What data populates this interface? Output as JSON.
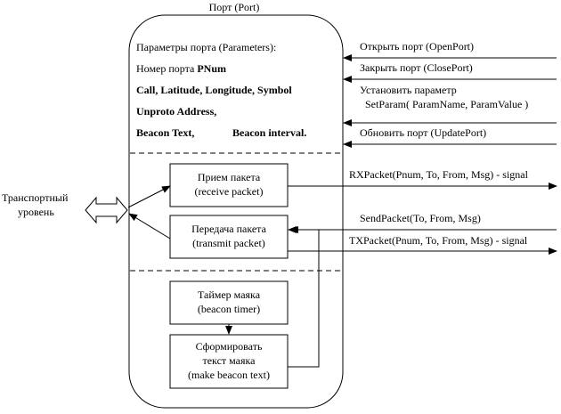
{
  "port": {
    "title": "Порт (Port)",
    "params_header": "Параметры порта (Parameters):",
    "pnum_prefix": "Номер порта ",
    "pnum_bold": "PNum",
    "params_line2": "Call, Latitude, Longitude, Symbol",
    "params_line3": "Unproto Address,",
    "params_line4a": "Beacon Text,",
    "params_line4b": "Beacon interval."
  },
  "boxes": {
    "receive": {
      "line1": "Прием пакета",
      "line2": "(receive packet)"
    },
    "transmit": {
      "line1": "Передача пакета",
      "line2": "(transmit packet)"
    },
    "timer": {
      "line1": "Таймер маяка",
      "line2": "(beacon timer)"
    },
    "make_beacon": {
      "line1": "Сформировать",
      "line2": "текст маяка",
      "line3": "(make beacon text)"
    }
  },
  "transport": {
    "line1": "Транспортный",
    "line2": "уровень"
  },
  "commands": {
    "open": "Открыть порт (OpenPort)",
    "close": "Закрыть порт (ClosePort)",
    "setparam_line1": "Установить параметр",
    "setparam_line2": "SetParam( ParamName, ParamValue )",
    "update": "Обновить порт (UpdatePort)"
  },
  "signals": {
    "rx": "RXPacket(Pnum, To, From, Msg) - signal",
    "send": "SendPacket(To, From, Msg)",
    "tx": "TXPacket(Pnum, To, From, Msg) - signal"
  }
}
